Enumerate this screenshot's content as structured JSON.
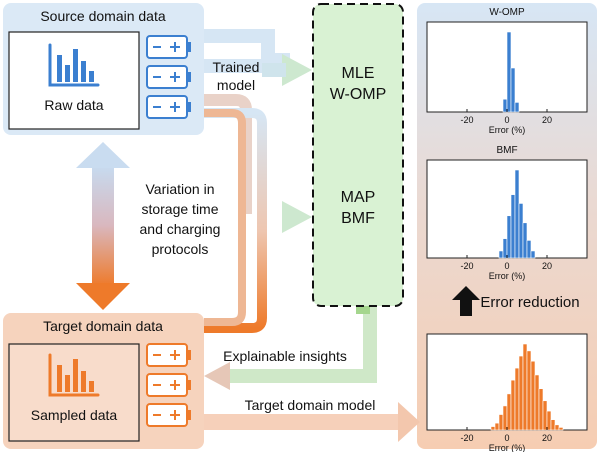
{
  "source": {
    "title": "Source domain data",
    "raw_label": "Raw data",
    "icons": [
      "bar-chart-icon",
      "battery-icon"
    ]
  },
  "target": {
    "title": "Target domain data",
    "sampled_label": "Sampled data",
    "icons": [
      "bar-chart-icon",
      "battery-icon"
    ]
  },
  "arrows": {
    "trained_model": [
      "Trained",
      "model"
    ],
    "variation": [
      "Variation in",
      "storage time",
      "and charging",
      "protocols"
    ],
    "explainable": "Explainable insights",
    "target_model": "Target domain model"
  },
  "models": {
    "top": [
      "MLE",
      "W-OMP"
    ],
    "bottom": [
      "MAP",
      "BMF"
    ]
  },
  "error_reduction": "Error reduction",
  "colors": {
    "blue": "#3b7fd0",
    "orange": "#ee7a2a",
    "blue_bg": "#dbe9f6",
    "orange_bg": "#f6d3bd",
    "green_bg": "#d9f2d3",
    "green_arrow": "#a5d68e"
  },
  "histograms": [
    {
      "title": "W-OMP",
      "xlabel": "Error (%)",
      "xticks": [
        -20,
        0,
        20
      ],
      "bins": [
        -2,
        0,
        2,
        4
      ],
      "bin_width": 2,
      "counts": [
        0.16,
        1.0,
        0.55,
        0.12
      ],
      "color": "#3b7fd0"
    },
    {
      "title": "BMF",
      "xlabel": "Error (%)",
      "xticks": [
        -20,
        0,
        20
      ],
      "bins": [
        -4,
        -2,
        0,
        2,
        4,
        6,
        8,
        10,
        12
      ],
      "bin_width": 2,
      "counts": [
        0.08,
        0.22,
        0.48,
        0.72,
        1.0,
        0.62,
        0.4,
        0.2,
        0.08
      ],
      "color": "#3b7fd0"
    },
    {
      "title": "",
      "xlabel": "Error (%)",
      "xticks": [
        -20,
        0,
        20
      ],
      "bins": [
        -8,
        -6,
        -4,
        -2,
        0,
        2,
        4,
        6,
        8,
        10,
        12,
        14,
        16,
        18,
        20,
        22,
        24,
        26
      ],
      "bin_width": 2,
      "counts": [
        0.04,
        0.08,
        0.18,
        0.28,
        0.42,
        0.58,
        0.72,
        0.86,
        1.0,
        0.92,
        0.8,
        0.64,
        0.48,
        0.34,
        0.22,
        0.12,
        0.06,
        0.03
      ],
      "color": "#ee7a2a"
    }
  ]
}
